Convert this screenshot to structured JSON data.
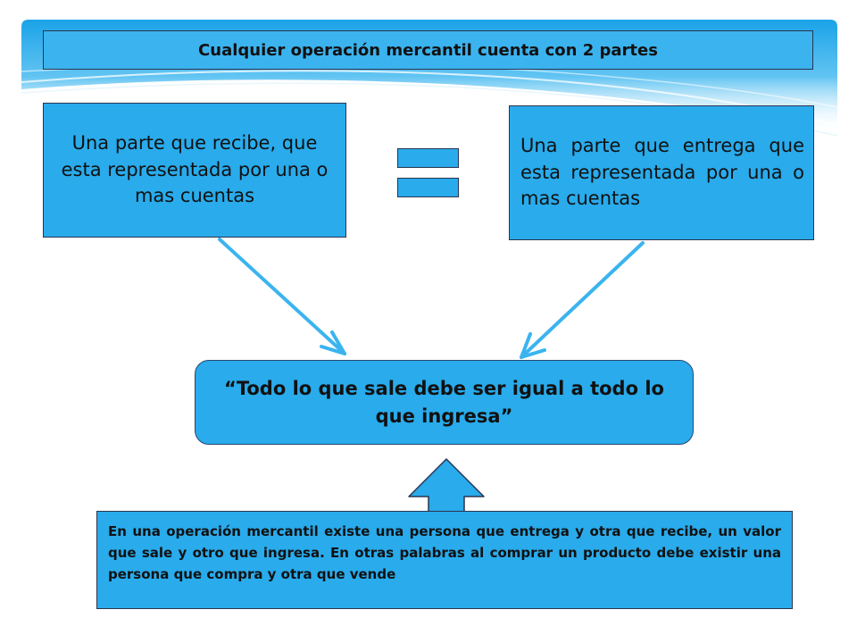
{
  "title": "Cualquier operación mercantil cuenta con 2 partes",
  "left_box": {
    "text": "Una parte que recibe, que esta representada por una o mas cuentas"
  },
  "right_box": {
    "text": "Una parte que entrega que esta representada por una o mas cuentas"
  },
  "center_box": {
    "text": "“Todo lo que sale debe ser igual a todo lo que ingresa”"
  },
  "bottom_box": {
    "text": "En una operación mercantil existe una persona que entrega y otra que recibe, un valor que sale y otro que ingresa. En otras palabras al comprar un producto debe existir una persona que compra y otra que vende"
  },
  "icons": {
    "equals": "equals-icon",
    "arrow_left": "arrow-icon",
    "arrow_right": "arrow-icon",
    "arrow_up": "block-arrow-up-icon"
  },
  "colors": {
    "box_fill": "#29abec",
    "box_border": "#2a3550",
    "banner": "#1aa3e8",
    "arrow": "#3ab4ef"
  }
}
